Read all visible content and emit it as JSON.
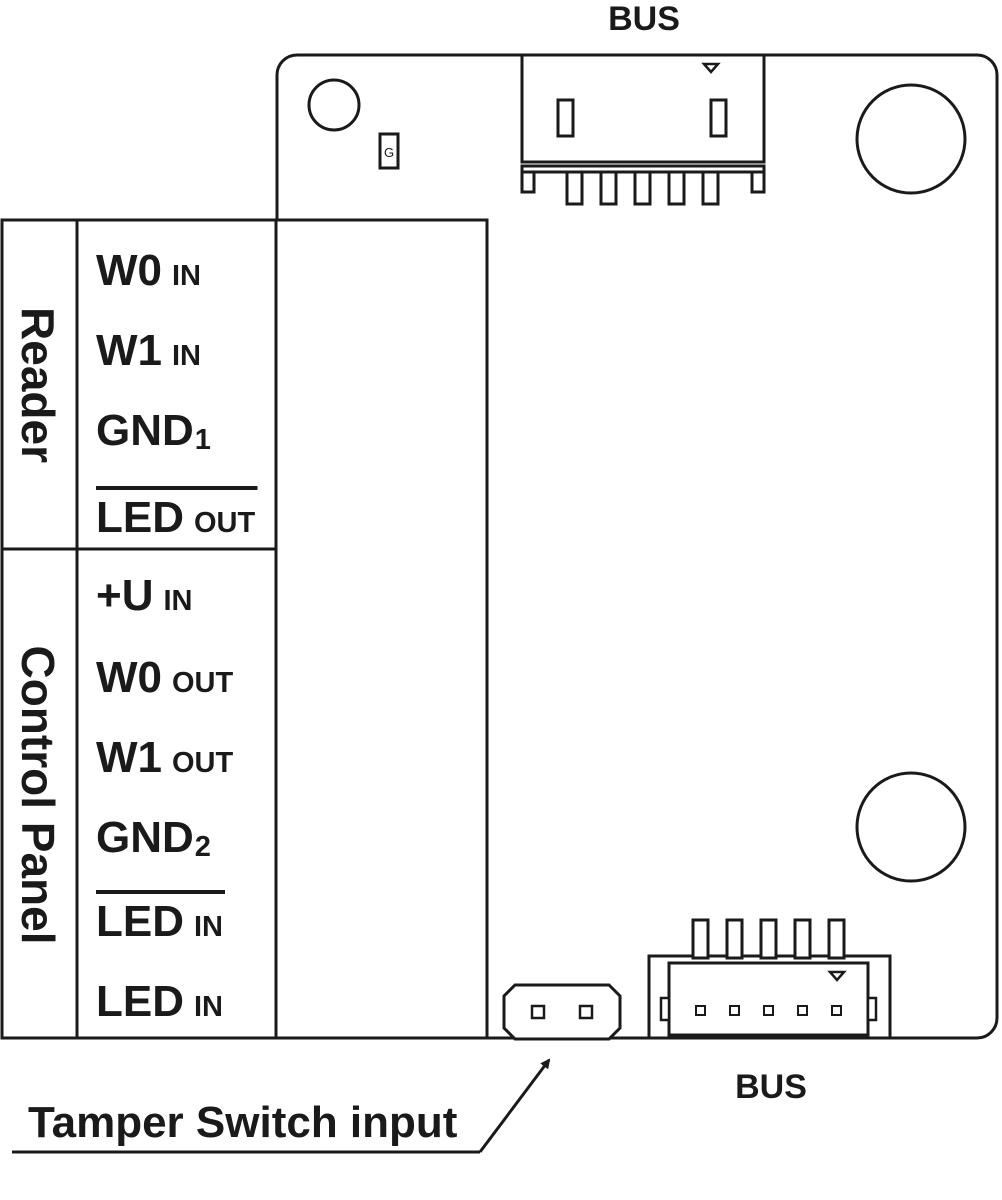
{
  "bus_top": "BUS",
  "bus_bottom": "BUS",
  "g_marker": "G",
  "groups": {
    "reader": "Reader",
    "control_panel": "Control Panel"
  },
  "terminals": [
    {
      "main": "W0",
      "sub": "IN",
      "overline": false
    },
    {
      "main": "W1",
      "sub": "IN",
      "overline": false
    },
    {
      "main": "GND",
      "sub": "1",
      "overline": false
    },
    {
      "main": "LED",
      "sub": "OUT",
      "overline": true
    },
    {
      "main": "+U",
      "sub": "IN",
      "overline": false
    },
    {
      "main": "W0",
      "sub": "OUT",
      "overline": false
    },
    {
      "main": "W1",
      "sub": "OUT",
      "overline": false
    },
    {
      "main": "GND",
      "sub": "2",
      "overline": false
    },
    {
      "main": "LED",
      "sub": "IN",
      "overline": true
    },
    {
      "main": "LED",
      "sub": "IN",
      "overline": false
    }
  ],
  "tamper_label": "Tamper Switch input",
  "colors": {
    "ink": "#1a1a1a",
    "background": "#ffffff"
  }
}
